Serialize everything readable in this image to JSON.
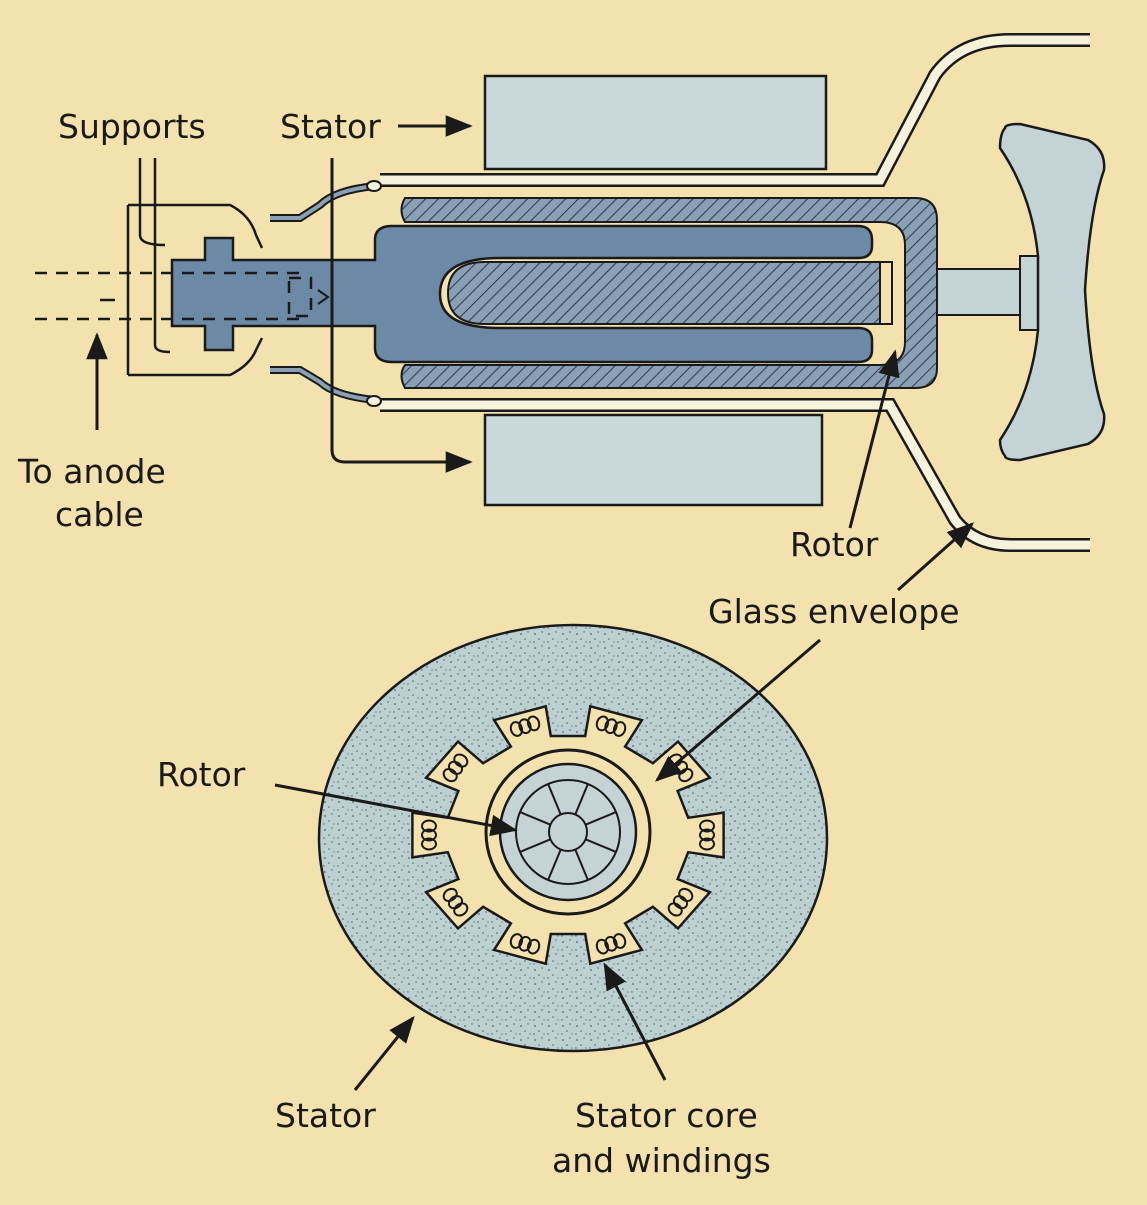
{
  "labels": {
    "supports": "Supports",
    "stator_top": "Stator",
    "to_anode_line1": "To anode",
    "to_anode_line2": "cable",
    "rotor_top": "Rotor",
    "glass_envelope": "Glass envelope",
    "rotor_cross": "Rotor",
    "stator_bottom": "Stator",
    "stator_core_line1": "Stator core",
    "stator_core_line2": "and windings"
  },
  "colors": {
    "background": "#f3e2ae",
    "stator_fill": "#c9d8d8",
    "rotor_fill": "#6c89a6",
    "anode_disk": "#c3d3d6",
    "glass": "#f7f2dc",
    "outline": "#1a1a1a"
  },
  "stator_slot_count": 10,
  "rotor_spoke_count": 8
}
